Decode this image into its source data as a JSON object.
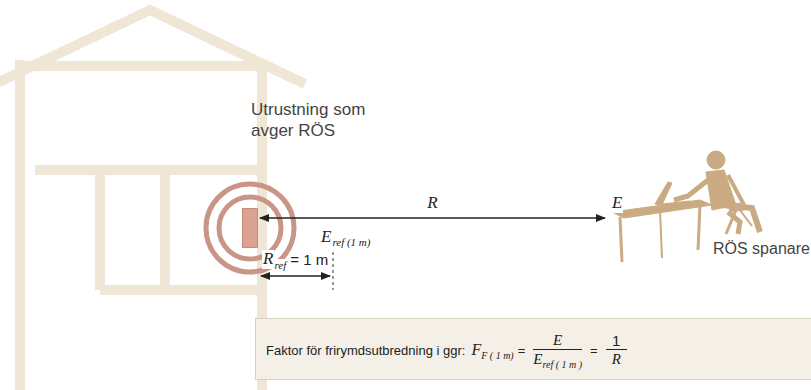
{
  "diagram": {
    "nodes": [
      {
        "text": [
          "Utrustning som avger RÖS"
        ]
      },
      {
        "text": [
          "RÖS spanare"
        ]
      },
      {
        "text": [
          "Faktor för frirymdsutbredning i ggr:",
          "F",
          "F ( 1 m)",
          "=",
          "E",
          "E",
          "ref ( 1 m )",
          "=",
          "1",
          "R"
        ]
      }
    ],
    "edges": [
      {
        "from": 0,
        "to": 1,
        "arrow": "both",
        "label": "R"
      }
    ],
    "labels": [
      "E",
      "R",
      "ref",
      "= 1 m",
      "E",
      "ref (1 m)"
    ]
  }
}
